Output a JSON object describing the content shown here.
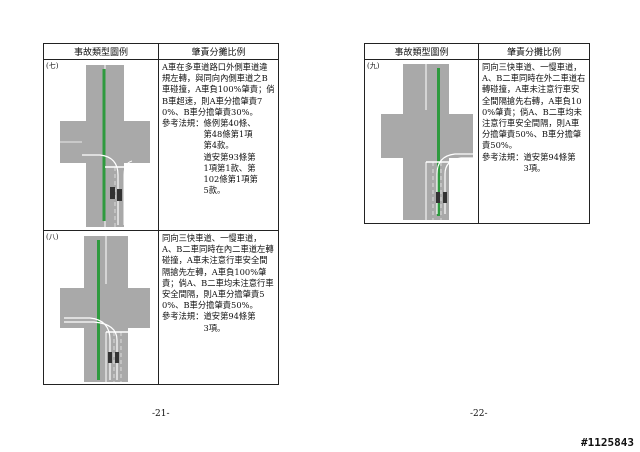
{
  "header": {
    "col1": "事故類型圖例",
    "col2": "肇責分攤比例"
  },
  "cases": [
    {
      "num": "(七)",
      "text": "A車在多車道路口外側車道違規左轉，與同向內側車道之B車碰撞，A車負100%肇責；倘B車超速，則A車分擔肇責70%、B車分擔肇責30%。\n參考法規：條例第40條、\n　　　　　第48條第1項\n　　　　　第4款。\n　　　　　道安第93條第\n　　　　　1項第1款、第\n　　　　　102條第1項第\n　　　　　5款。"
    },
    {
      "num": "(八)",
      "text": "同向三快車道、一慢車道，A、B二車同時在內二車道左轉碰撞，A車未注意行車安全間隔搶先左轉，A車負100%肇責；倘A、B二車均未注意行車安全間隔，則A車分擔肇責50%、B車分擔肇責50%。\n參考法規：道安第94條第\n　　　　　3項。"
    },
    {
      "num": "(九)",
      "text": "同向三快車道、一慢車道，A、B二車同時在外二車道右轉碰撞，A車未注意行車安全間隔搶先右轉，A車負100%肇責；倘A、B二車均未注意行車安全間隔，則A車分擔肇責50%、B車分擔肇責50%。\n參考法規：道安第94條第\n　　　　　3項。"
    }
  ],
  "pages": {
    "left": "-21-",
    "right": "-22-"
  },
  "stamp": "#1125843"
}
